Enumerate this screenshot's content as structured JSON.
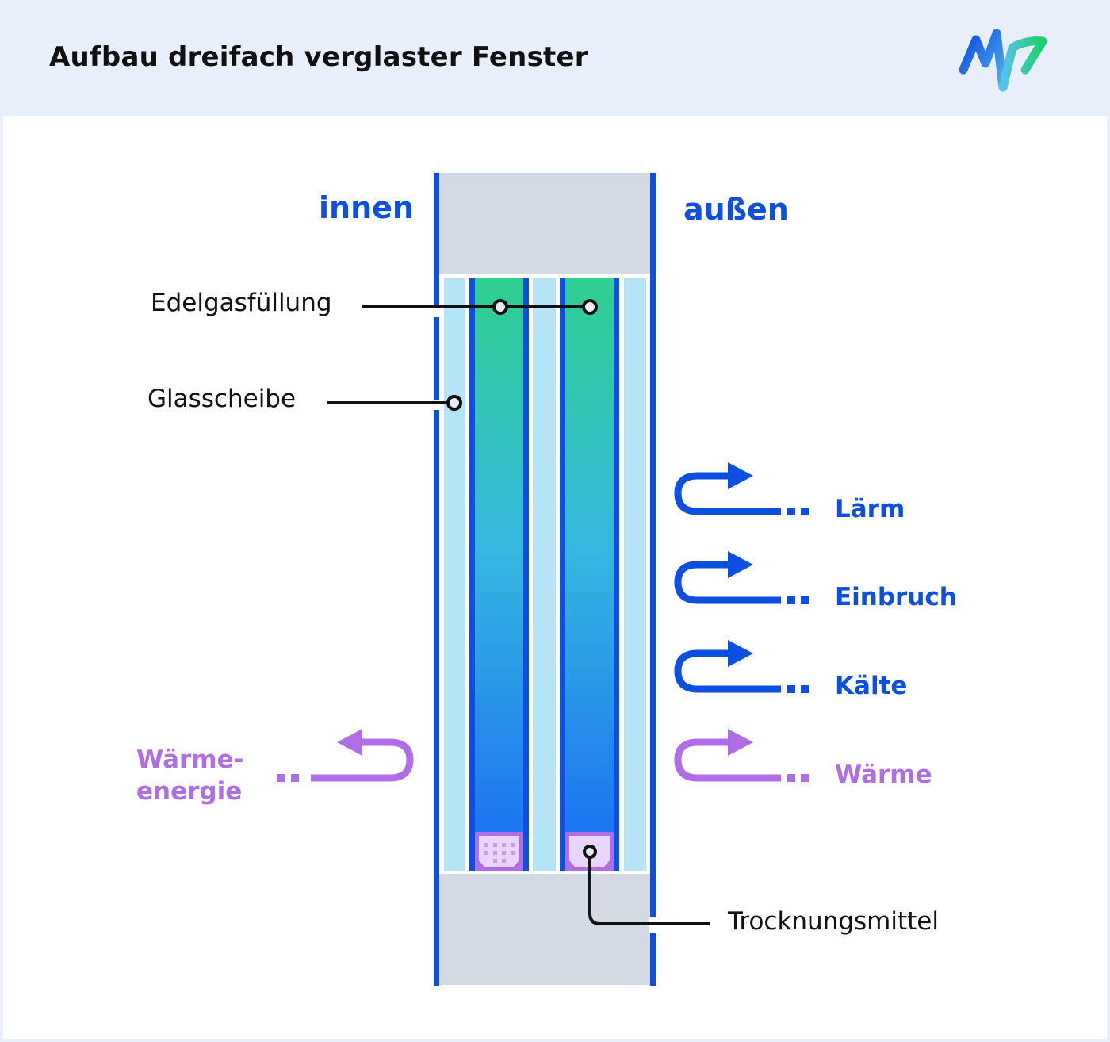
{
  "header": {
    "title": "Aufbau dreifach verglaster Fenster",
    "logo": "mvv-logo-icon"
  },
  "sides": {
    "inside": "innen",
    "outside": "außen"
  },
  "callouts": {
    "gas": "Edelgasfüllung",
    "glass": "Glasscheibe",
    "desiccant": "Trocknungsmittel"
  },
  "outside_threats": [
    {
      "label": "Lärm",
      "color": "#0d4fe0"
    },
    {
      "label": "Einbruch",
      "color": "#0d4fe0"
    },
    {
      "label": "Kälte",
      "color": "#0d4fe0"
    },
    {
      "label": "Wärme",
      "color": "#b06ee6"
    }
  ],
  "inside_effect": {
    "line1": "Wärme-",
    "line2": "energie",
    "color": "#b06ee6"
  },
  "colors": {
    "frame_blue": "#0d4fe0",
    "frame_gray": "#d3dae3",
    "glass": "#b5e4f6",
    "gas_top": "#2ecf8f",
    "gas_bottom": "#1a6cf5",
    "desiccant": "#b06ee6",
    "desiccant_light": "#ead5fa"
  }
}
